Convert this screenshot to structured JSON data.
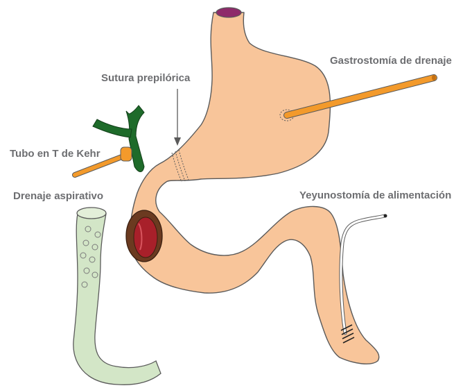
{
  "labels": {
    "sutura": "Sutura prepilórica",
    "gastrostomia": "Gastrostomía de drenaje",
    "kehr": "Tubo en T de Kehr",
    "drenaje": "Drenaje aspirativo",
    "yeyunostomia": "Yeyunostomía de alimentación"
  },
  "colors": {
    "organ_fill": "#f8c59a",
    "outline": "#5a5a5a",
    "tube_orange": "#f39a2b",
    "bile_duct_green": "#1e6b2a",
    "drain_green": "#d3e6c7",
    "anastomosis_red": "#a8202a",
    "anastomosis_ring": "#6b3a20",
    "cardia_purple": "#8e2a6a",
    "label_gray": "#6d6e71"
  }
}
